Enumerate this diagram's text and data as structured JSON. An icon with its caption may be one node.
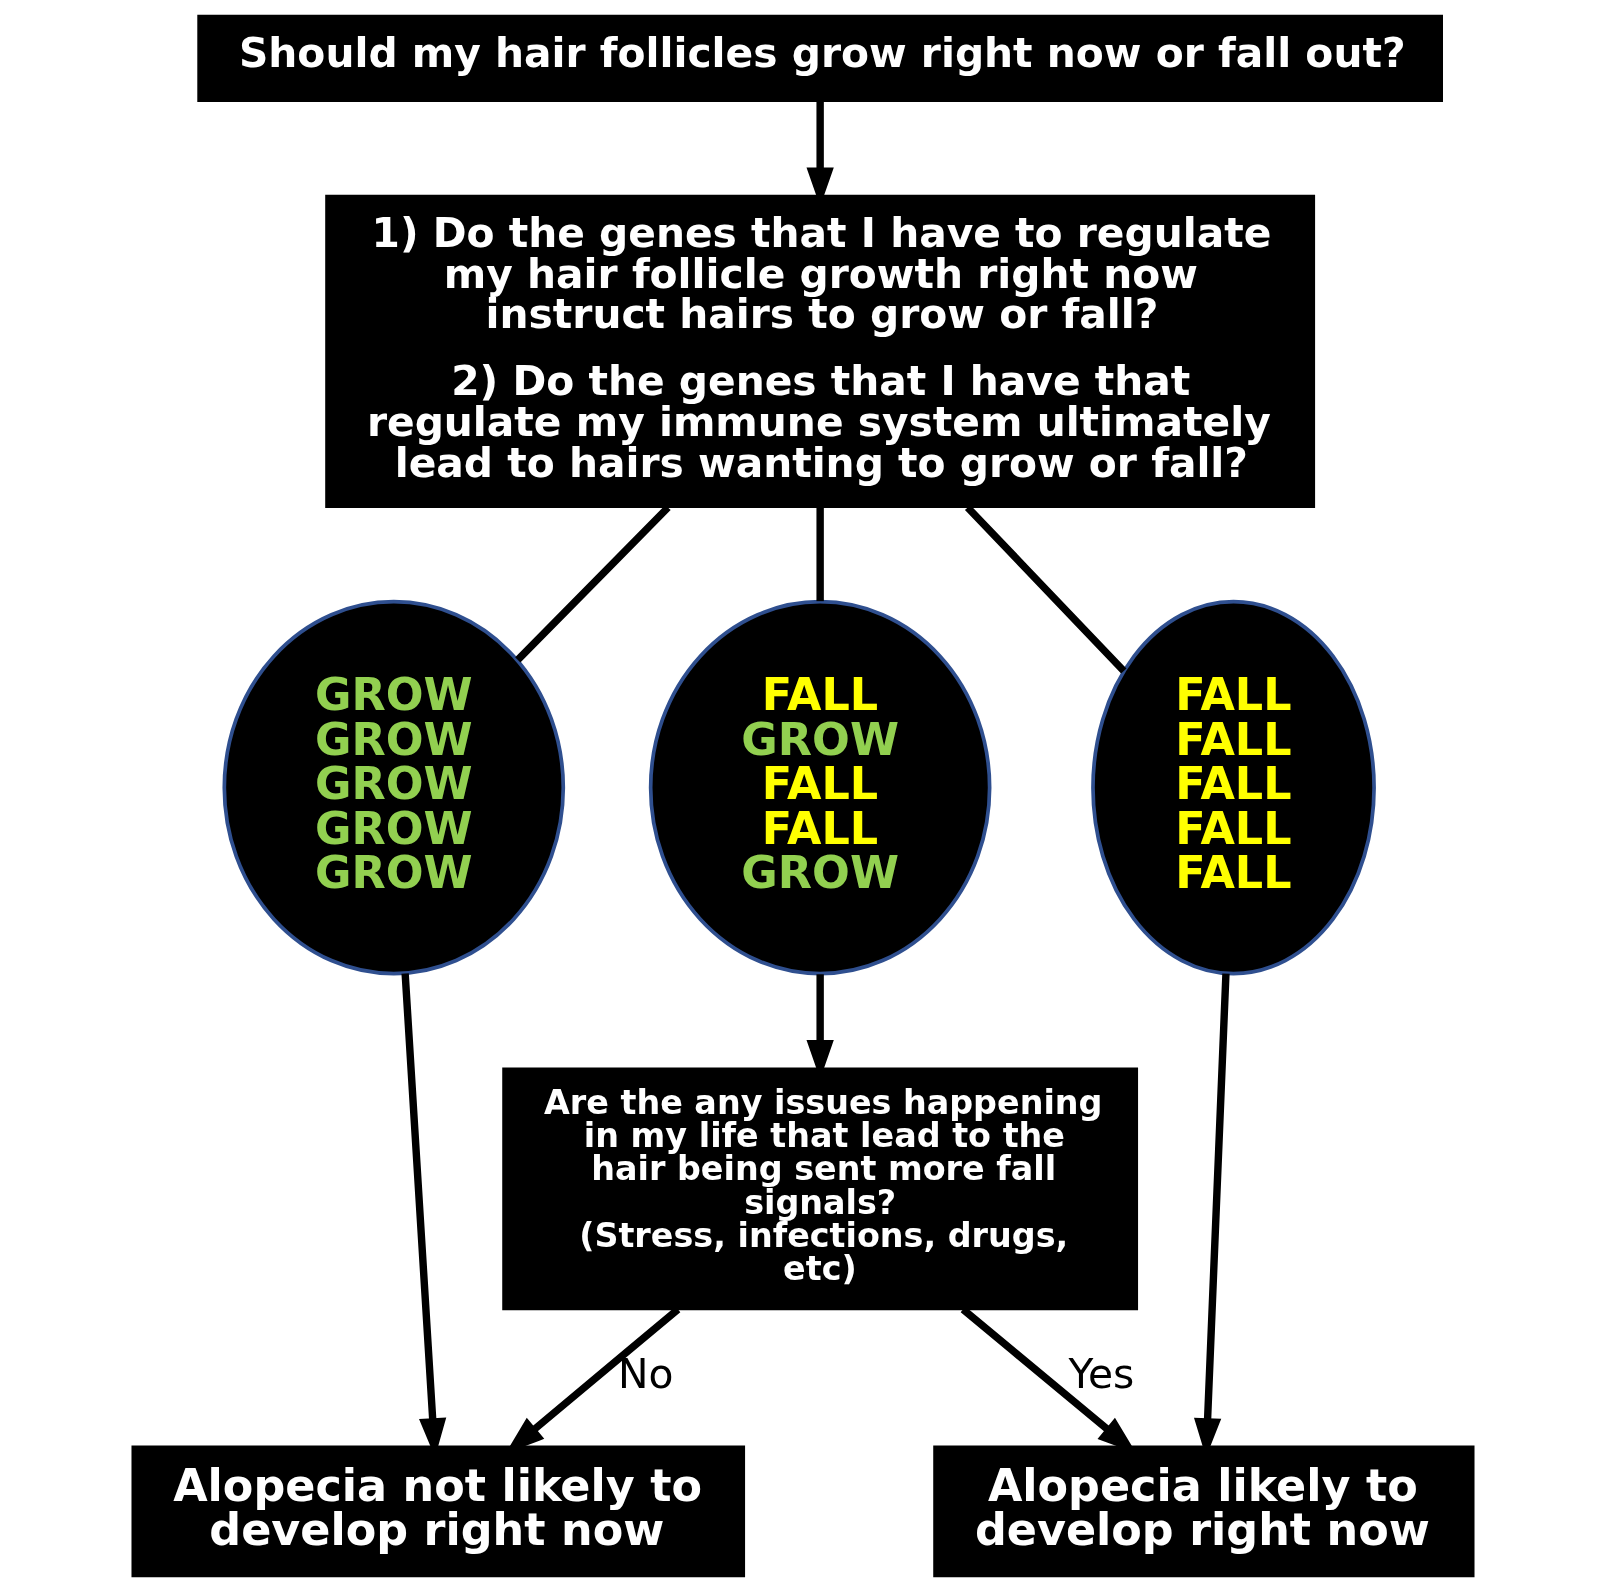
{
  "diagram": {
    "nodes": [
      {
        "text": [
          "Should my hair follicles grow right now or fall out?"
        ]
      },
      {
        "text": [
          "1) Do the genes that I have to regulate my hair follicle growth right now instruct hairs to grow or fall?",
          "2) Do the genes that I have that regulate my immune system ultimately lead to hairs wanting to grow or fall?"
        ]
      },
      {
        "text": [
          "GROW",
          "GROW",
          "GROW",
          "GROW",
          "GROW"
        ]
      },
      {
        "text": [
          "FALL",
          "GROW",
          "FALL",
          "FALL",
          "GROW"
        ]
      },
      {
        "text": [
          "FALL",
          "FALL",
          "FALL",
          "FALL",
          "FALL"
        ]
      },
      {
        "text": [
          "Are the any issues happening in my life that lead to the hair being sent more fall signals?",
          "(Stress, infections, drugs, etc)"
        ]
      },
      {
        "text": [
          "Alopecia not likely to develop right now"
        ]
      },
      {
        "text": [
          "Alopecia likely to develop right now"
        ]
      }
    ],
    "edges": [
      {
        "from": 0,
        "to": 1,
        "arrow": "to"
      },
      {
        "from": 1,
        "to": 2,
        "arrow": "none"
      },
      {
        "from": 1,
        "to": 3,
        "arrow": "none"
      },
      {
        "from": 1,
        "to": 4,
        "arrow": "none"
      },
      {
        "from": 3,
        "to": 5,
        "arrow": "to"
      },
      {
        "from": 2,
        "to": 6,
        "arrow": "to"
      },
      {
        "from": 5,
        "to": 6,
        "arrow": "to",
        "label": "No"
      },
      {
        "from": 5,
        "to": 7,
        "arrow": "to",
        "label": "Yes"
      },
      {
        "from": 4,
        "to": 7,
        "arrow": "to"
      }
    ]
  }
}
